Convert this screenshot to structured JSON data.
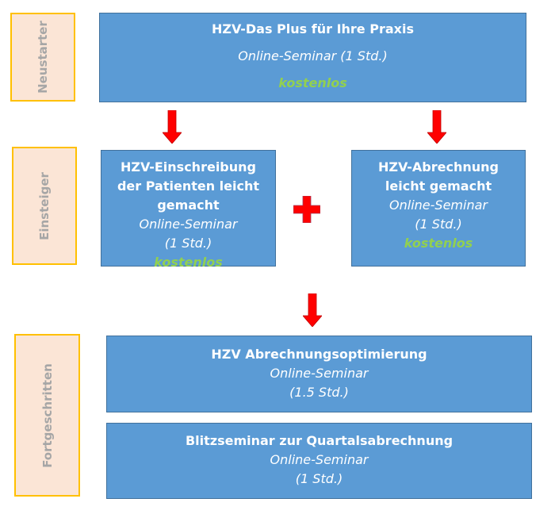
{
  "levels": {
    "neustarter": "Neustarter",
    "einsteiger": "Einsteiger",
    "fortgeschritten": "Fortgeschritten"
  },
  "seminars": [
    {
      "title": "HZV-Das Plus für Ihre Praxis",
      "format": "Online-Seminar (1 Std.)",
      "price": "kostenlos"
    },
    {
      "title_lines": [
        "HZV-Einschreibung",
        "der Patienten leicht",
        "gemacht"
      ],
      "format": "Online-Seminar",
      "duration": "(1 Std.)",
      "price": "kostenlos"
    },
    {
      "title_lines": [
        "HZV-Abrechnung",
        "leicht gemacht"
      ],
      "format": "Online-Seminar",
      "duration": "(1 Std.)",
      "price": "kostenlos"
    },
    {
      "title": "HZV Abrechnungsoptimierung",
      "format": "Online-Seminar",
      "duration": "(1.5 Std.)"
    },
    {
      "title": "Blitzseminar zur Quartalsabrechnung",
      "format": "Online-Seminar",
      "duration": "(1 Std.)"
    }
  ],
  "colors": {
    "box": "#5B9BD5",
    "arrow": "#FF0000",
    "free": "#92D050"
  }
}
